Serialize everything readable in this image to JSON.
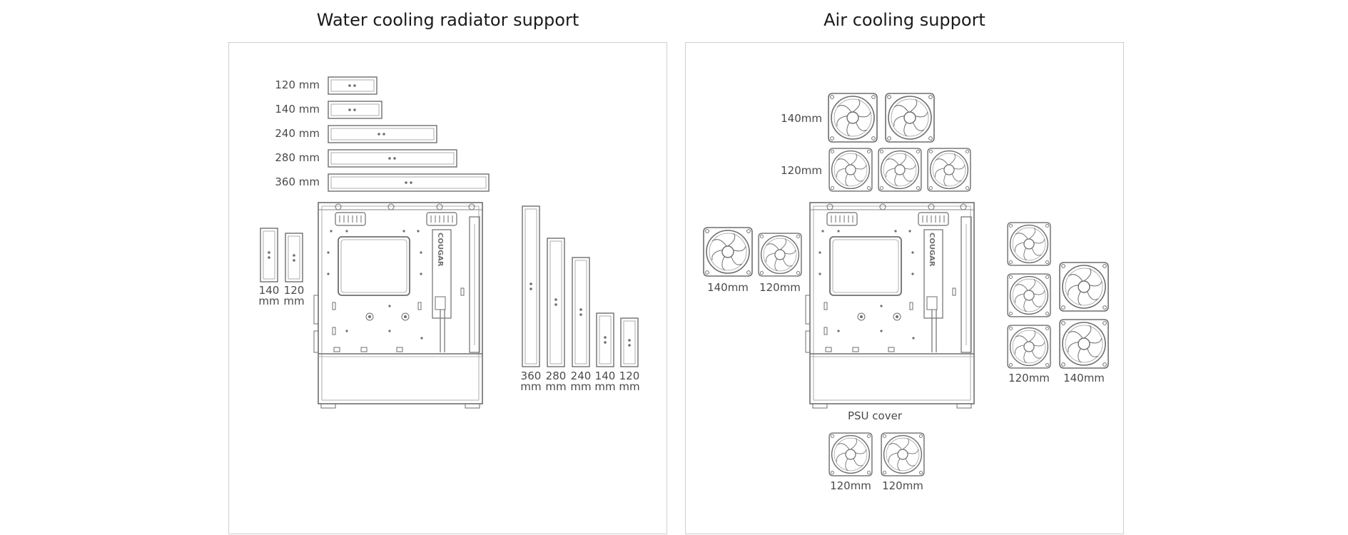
{
  "titles": {
    "water": "Water cooling radiator support",
    "air": "Air cooling support"
  },
  "water": {
    "top_labels": [
      "120 mm",
      "140 mm",
      "240 mm",
      "280 mm",
      "360 mm"
    ],
    "front_values": [
      "140",
      "120"
    ],
    "side_values": [
      "360",
      "280",
      "240",
      "140",
      "120"
    ],
    "unit": "mm"
  },
  "air": {
    "top_labels": [
      "140mm",
      "120mm"
    ],
    "front_labels": [
      "140mm",
      "120mm"
    ],
    "rear_labels": [
      "120mm",
      "140mm"
    ],
    "psu_label": "PSU cover",
    "psu_fan_labels": [
      "120mm",
      "120mm"
    ]
  },
  "logo": "COUGAR",
  "colors": {
    "line": "#6e6e6e",
    "text": "#4a4a4a",
    "border": "#cfcfcf"
  }
}
